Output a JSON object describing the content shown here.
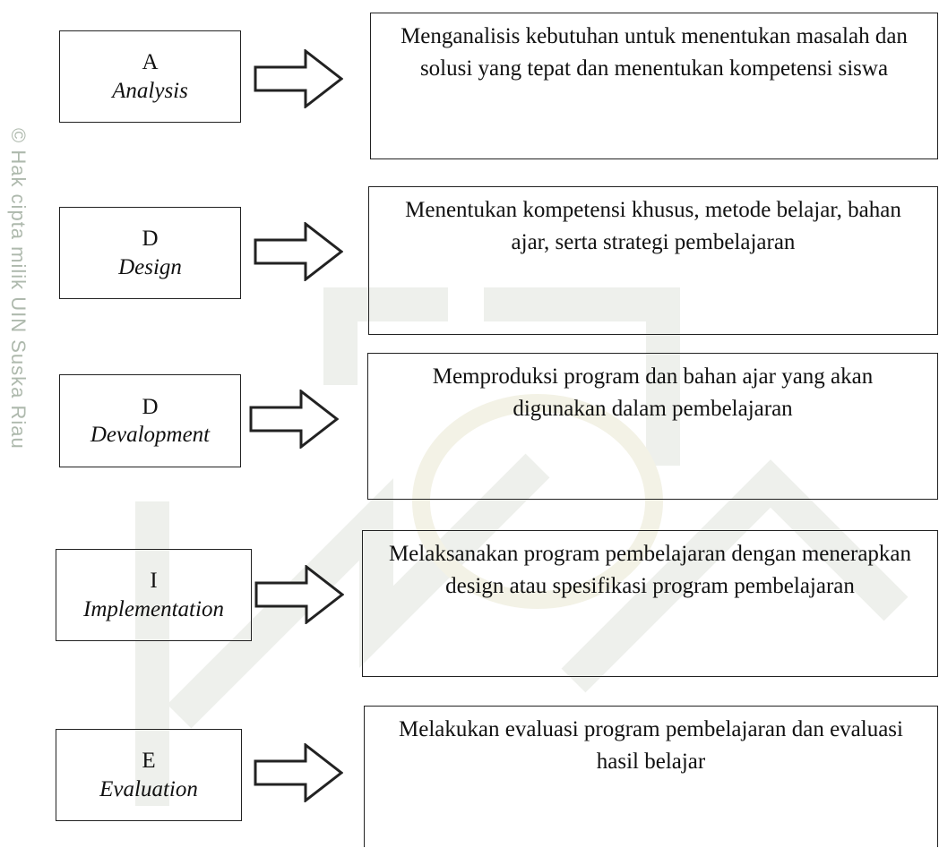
{
  "watermark": {
    "side_text": "© Hak cipta milik UIN Suska Riau",
    "color": "#aeb9ad"
  },
  "stages": [
    {
      "letter": "A",
      "name": "Analysis",
      "description": "Menganalisis kebutuhan untuk menentukan masalah dan solusi yang tepat dan menentukan kompetensi siswa"
    },
    {
      "letter": "D",
      "name": "Design",
      "description": "Menentukan kompetensi khusus, metode belajar, bahan ajar, serta strategi pembelajaran"
    },
    {
      "letter": "D",
      "name": "Devalopment",
      "description": "Memproduksi program dan bahan ajar yang akan digunakan dalam pembelajaran"
    },
    {
      "letter": "I",
      "name": "Implementation",
      "description": "Melaksanakan program pembelajaran dengan menerapkan design atau spesifikasi program pembelajaran"
    },
    {
      "letter": "E",
      "name": "Evaluation",
      "description": "Melakukan evaluasi program pembelajaran dan evaluasi hasil belajar"
    }
  ]
}
